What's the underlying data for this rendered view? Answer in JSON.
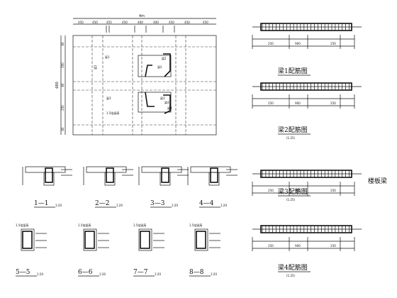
{
  "plan": {
    "top_total": "4m",
    "top_segments": [
      "450",
      "450",
      "455",
      "450",
      "400",
      "400",
      "450",
      "450",
      "450"
    ],
    "left_total": "680",
    "left_segments": [
      "60",
      "350",
      "60",
      "250",
      "60"
    ],
    "beam_labels": [
      "梁1",
      "梁1",
      "梁2",
      "梁2",
      "梁3",
      "梁3",
      "梁4",
      "梁4"
    ],
    "bar_note": "1.5倍梁高"
  },
  "sections": [
    {
      "label": "1—1",
      "scale": "1:20"
    },
    {
      "label": "2—2",
      "scale": "1:20"
    },
    {
      "label": "3—3",
      "scale": "1:20"
    },
    {
      "label": "4—4",
      "scale": "1:20"
    },
    {
      "label": "5—5",
      "scale": "1:20"
    },
    {
      "label": "6—6",
      "scale": "1:20"
    },
    {
      "label": "7—7",
      "scale": "1:20"
    },
    {
      "label": "8—8",
      "scale": "1:20"
    }
  ],
  "section_note": "1.5倍梁高",
  "beams": [
    {
      "title": "梁1配筋图",
      "sub": ""
    },
    {
      "title": "梁2配筋图",
      "sub": "(1:25)"
    },
    {
      "title": "梁3配筋图",
      "sub": "(1:25)"
    },
    {
      "title": "梁4配筋图",
      "sub": "(1:25)"
    }
  ],
  "floor_beam_label": "楼板梁",
  "beam_dims": [
    "250",
    "900",
    "250"
  ]
}
